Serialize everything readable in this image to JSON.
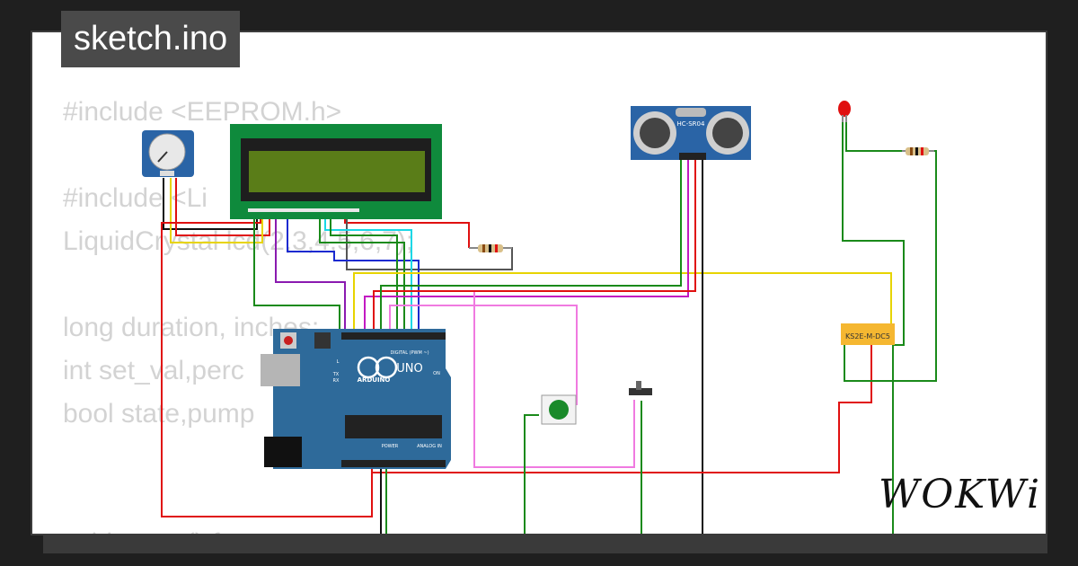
{
  "header": {
    "title": "sketch.ino"
  },
  "code_lines": [
    "#include <EEPROM.h>",
    "",
    "#include <Li",
    "LiquidCrystal lcd(2,3,4,5,6,7);",
    "",
    "long duration, inches;",
    "int set_val,perc",
    "bool state,pump",
    "",
    "",
    "void setup() {"
  ],
  "components": {
    "ultrasonic_label": "HC-SR04",
    "relay_label": "KS2E-M-DC5",
    "arduino_brand": "UNO",
    "arduino_sub": "ARDUINO",
    "arduino_digital": "DIGITAL (PWM ~)",
    "arduino_power": "POWER",
    "arduino_analog": "ANALOG IN",
    "arduino_on": "ON",
    "arduino_tx": "TX",
    "arduino_rx": "RX",
    "arduino_l": "L"
  },
  "brand": {
    "logo": "WOKWi"
  },
  "colors": {
    "background": "#1f1f1f",
    "canvas": "#ffffff",
    "arduino": "#2e6a9a",
    "lcd_board": "#0f8a3c",
    "lcd_screen": "#5a7d18",
    "relay": "#f5b731"
  }
}
